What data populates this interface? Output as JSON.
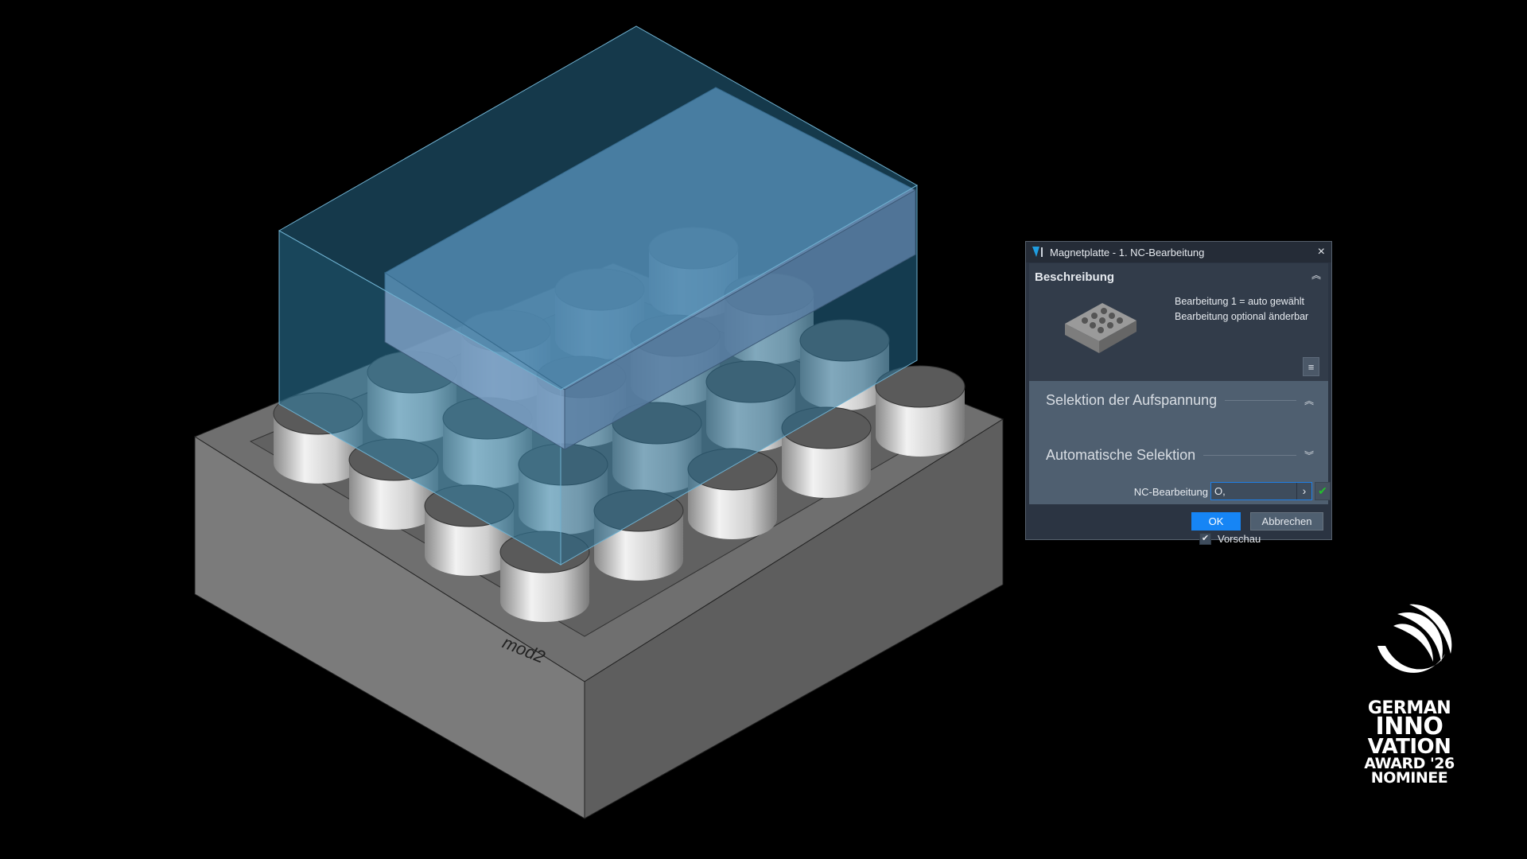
{
  "dialog": {
    "title": "Magnetplatte - 1. NC-Bearbeitung",
    "close_icon": "×",
    "section_description": {
      "heading": "Beschreibung",
      "lines": [
        "Bearbeitung 1 = auto gewählt",
        "Bearbeitung optional änderbar"
      ]
    },
    "section_selection": {
      "heading": "Selektion der Aufspannung",
      "field_label": "NC-Bearbeitung",
      "field_value": "O,",
      "auto_heading": "Automatische Selektion",
      "preview_label": "Vorschau",
      "preview_checked": true
    },
    "buttons": {
      "ok": "OK",
      "cancel": "Abbrechen"
    }
  },
  "award": {
    "lines": [
      "GERMAN",
      "INNO",
      "VATION",
      "AWARD '26",
      "NOMINEE"
    ]
  },
  "scene": {
    "engraving": "mod2"
  },
  "colors": {
    "accent": "#1685f5",
    "check": "#23c02d",
    "box_blue": "#2e7fa6"
  }
}
